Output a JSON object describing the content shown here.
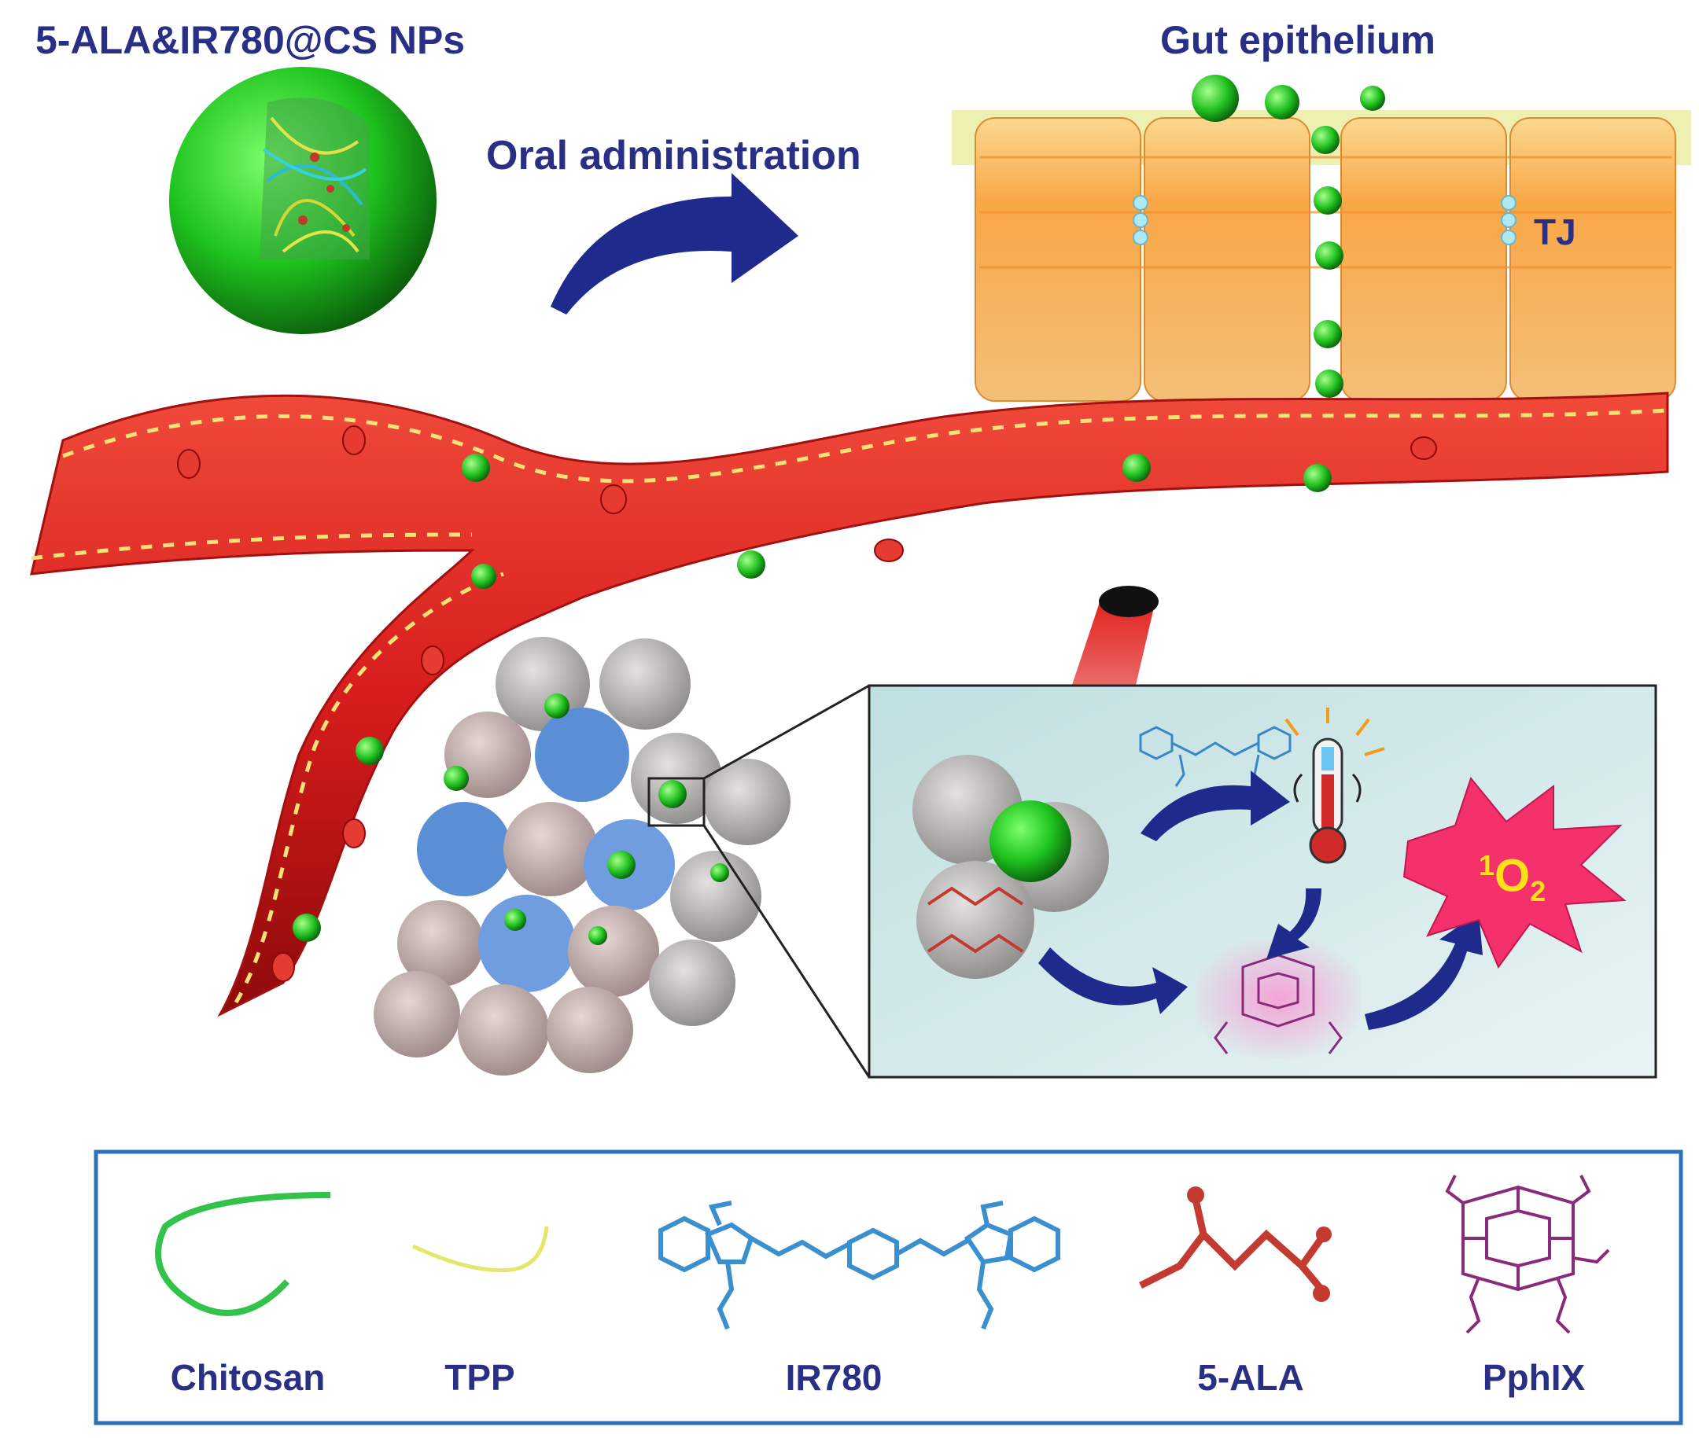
{
  "labels": {
    "nanoparticle_title": "5-ALA&IR780@CS NPs",
    "gut_title": "Gut epithelium",
    "administration": "Oral administration",
    "tight_junction": "TJ",
    "singlet_oxygen_prefix": "1",
    "singlet_oxygen_element": "O",
    "singlet_oxygen_sub": "2"
  },
  "legend": [
    {
      "label": "Chitosan",
      "icon": "green-curve"
    },
    {
      "label": "TPP",
      "icon": "yellow-curve"
    },
    {
      "label": "IR780",
      "icon": "blue-molecule"
    },
    {
      "label": "5-ALA",
      "icon": "red-molecule"
    },
    {
      "label": "PphIX",
      "icon": "purple-molecule"
    }
  ],
  "colors": {
    "text": "#2a2f86",
    "nanoparticle": "#1fc41f",
    "vessel": "#d91e1e",
    "epithelium": "#f7a64a",
    "inset_bg": "#cfe7e8",
    "arrow": "#1e2a8c",
    "laser": "#e0201c",
    "singlet_oxygen": "#f5316b"
  }
}
